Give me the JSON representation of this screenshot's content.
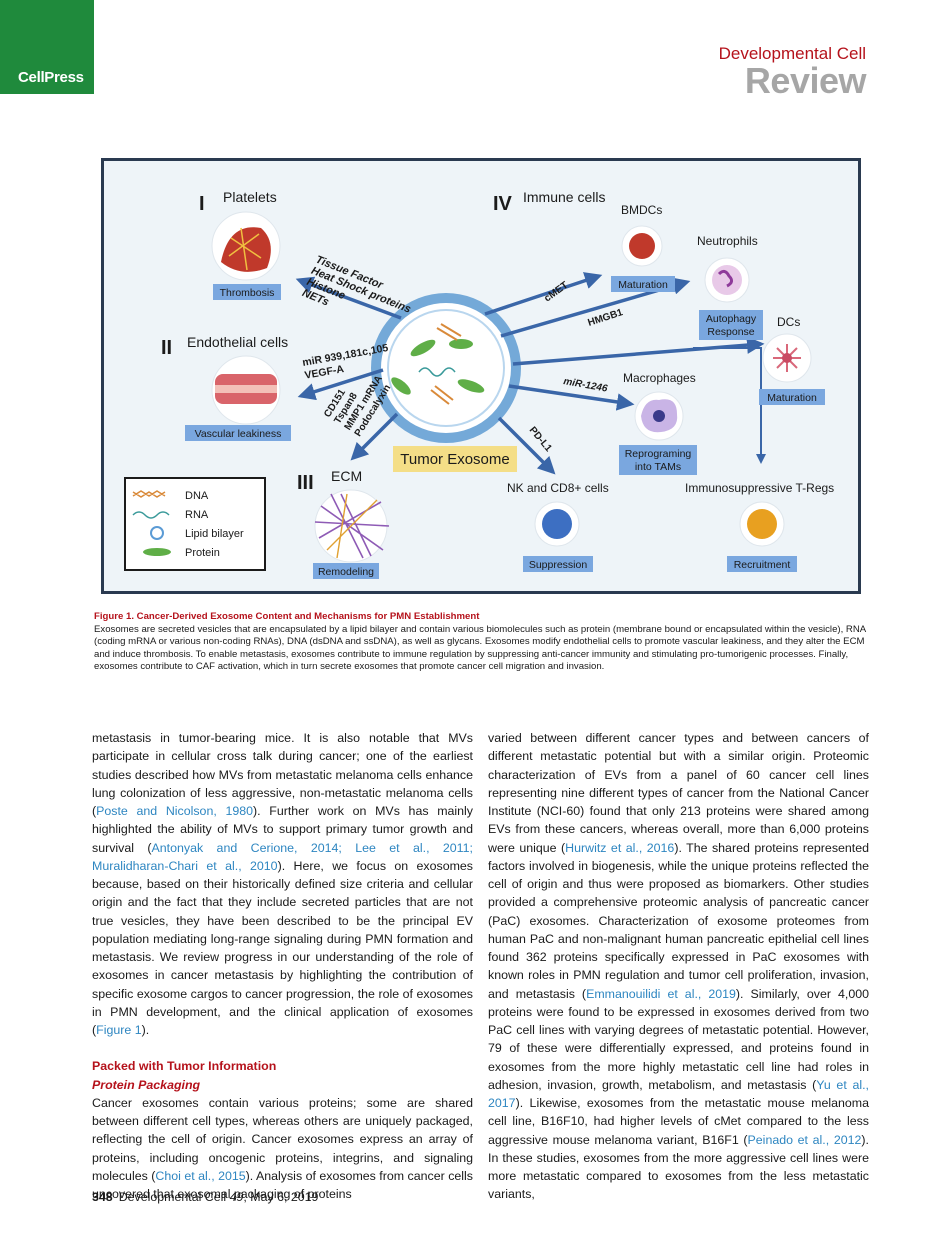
{
  "header": {
    "publisher_logo": "CellPress",
    "journal": "Developmental Cell",
    "section": "Review"
  },
  "figure": {
    "center_label": "Tumor Exosome",
    "groups": [
      {
        "numeral": "I",
        "title": "Platelets",
        "badge": "Thrombosis",
        "cargo": [
          "Tissue Factor",
          "Heat Shock proteins",
          "Histone",
          "NETs"
        ]
      },
      {
        "numeral": "II",
        "title": "Endothelial cells",
        "badge": "Vascular leakiness",
        "cargo": [
          "miR 939,181c,105",
          "VEGF-A"
        ]
      },
      {
        "numeral": "III",
        "title": "ECM",
        "badge": "Remodeling",
        "cargo": [
          "CD151",
          "Tspan8",
          "MMP1 mRNA",
          "Podocalyxin"
        ]
      },
      {
        "numeral": "IV",
        "title": "Immune cells"
      }
    ],
    "immune": [
      {
        "name": "BMDCs",
        "badge": "Maturation",
        "signal": "cMET"
      },
      {
        "name": "Neutrophils",
        "badge": "Autophagy Response",
        "badge_lines": [
          "Autophagy",
          "Response"
        ],
        "signal": "HMGB1"
      },
      {
        "name": "DCs",
        "badge": "Maturation"
      },
      {
        "name": "Macrophages",
        "badge": "Reprograming into TAMs",
        "badge_lines": [
          "Reprograming",
          "into TAMs"
        ],
        "signal": "miR-1246"
      },
      {
        "name": "NK and CD8+ cells",
        "badge": "Suppression",
        "signal": "PD-L1"
      },
      {
        "name": "Immunosuppressive T-Regs",
        "badge": "Recruitment"
      }
    ],
    "legend": [
      "DNA",
      "RNA",
      "Lipid bilayer",
      "Protein"
    ]
  },
  "caption": {
    "title": "Figure 1. Cancer-Derived Exosome Content and Mechanisms for PMN Establishment",
    "body": "Exosomes are secreted vesicles that are encapsulated by a lipid bilayer and contain various biomolecules such as protein (membrane bound or encapsulated within the vesicle), RNA (coding mRNA or various non-coding RNAs), DNA (dsDNA and ssDNA), as well as glycans. Exosomes modify endothelial cells to promote vascular leakiness, and they alter the ECM and induce thrombosis. To enable metastasis, exosomes contribute to immune regulation by suppressing anti-cancer immunity and stimulating pro-tumorigenic processes. Finally, exosomes contribute to CAF activation, which in turn secrete exosomes that promote cancer cell migration and invasion."
  },
  "left_column": {
    "p1_a": "metastasis in tumor-bearing mice. It is also notable that MVs participate in cellular cross talk during cancer; one of the earliest studies described how MVs from metastatic melanoma cells enhance lung colonization of less aggressive, non-metastatic melanoma cells (",
    "p1_ref1": "Poste and Nicolson, 1980",
    "p1_b": "). Further work on MVs has mainly highlighted the ability of MVs to support primary tumor growth and survival (",
    "p1_ref2": "Antonyak and Cerione, 2014; Lee et al., 2011; Muralidharan-Chari et al., 2010",
    "p1_c": "). Here, we focus on exosomes because, based on their historically defined size criteria and cellular origin and the fact that they include secreted particles that are not true vesicles, they have been described to be the principal EV population mediating long-range signaling during PMN formation and metastasis. We review progress in our understanding of the role of exosomes in cancer metastasis by highlighting the contribution of specific exosome cargos to cancer progression, the role of exosomes in PMN development, and the clinical application of exosomes (",
    "p1_ref3": "Figure 1",
    "p1_d": ").",
    "heading1": "Packed with Tumor Information",
    "heading2": "Protein Packaging",
    "p2_a": "Cancer exosomes contain various proteins; some are shared between different cell types, whereas others are uniquely packaged, reflecting the cell of origin. Cancer exosomes express an array of proteins, including oncogenic proteins, integrins, and signaling molecules (",
    "p2_ref1": "Choi et al., 2015",
    "p2_b": "). Analysis of exosomes from cancer cells uncovered that exosomal packaging of proteins"
  },
  "right_column": {
    "p1_a": "varied between different cancer types and between cancers of different metastatic potential but with a similar origin. Proteomic characterization of EVs from a panel of 60 cancer cell lines representing nine different types of cancer from the National Cancer Institute (NCI-60) found that only 213 proteins were shared among EVs from these cancers, whereas overall, more than 6,000 proteins were unique (",
    "p1_ref1": "Hurwitz et al., 2016",
    "p1_b": "). The shared proteins represented factors involved in biogenesis, while the unique proteins reflected the cell of origin and thus were proposed as biomarkers. Other studies provided a comprehensive proteomic analysis of pancreatic cancer (PaC) exosomes. Characterization of exosome proteomes from human PaC and non-malignant human pancreatic epithelial cell lines found 362 proteins specifically expressed in PaC exosomes with known roles in PMN regulation and tumor cell proliferation, invasion, and metastasis (",
    "p1_ref2": "Emmanouilidi et al., 2019",
    "p1_c": "). Similarly, over 4,000 proteins were found to be expressed in exosomes derived from two PaC cell lines with varying degrees of metastatic potential. However, 79 of these were differentially expressed, and proteins found in exosomes from the more highly metastatic cell line had roles in adhesion, invasion, growth, metabolism, and metastasis (",
    "p1_ref3": "Yu et al., 2017",
    "p1_d": "). Likewise, exosomes from the metastatic mouse melanoma cell line, B16F10, had higher levels of cMet compared to the less aggressive mouse melanoma variant, B16F1 (",
    "p1_ref4": "Peinado et al., 2012",
    "p1_e": "). In these studies, exosomes from the more aggressive cell lines were more metastatic compared to exosomes from the less metastatic variants,"
  },
  "footer": {
    "page": "348",
    "citation_a": "Developmental Cell ",
    "citation_vol": "49",
    "citation_b": ", May 6, 2019"
  }
}
